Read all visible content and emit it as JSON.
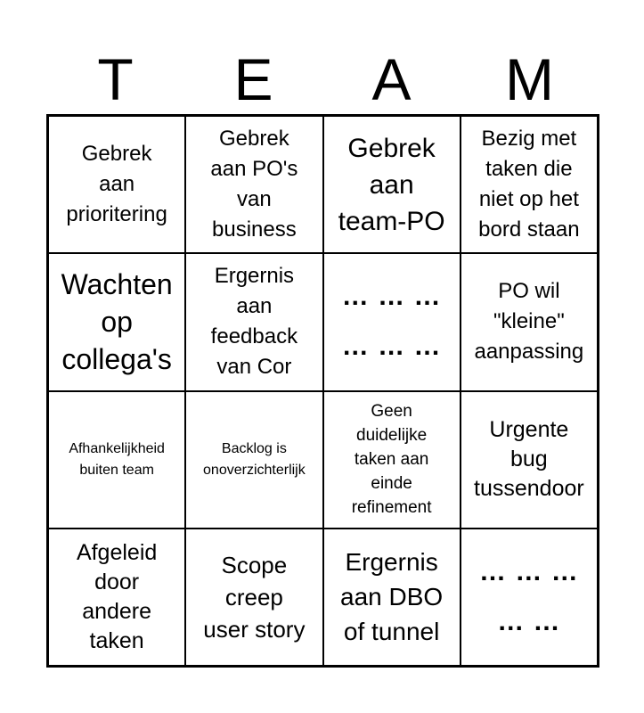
{
  "header": [
    "T",
    "E",
    "A",
    "M"
  ],
  "cells": [
    "Gebrek\naan\nprioritering",
    "Gebrek\naan PO's\nvan\nbusiness",
    "Gebrek\naan\nteam-PO",
    "Bezig met\ntaken die\nniet op het\nbord staan",
    "Wachten\nop\ncollega's",
    "Ergernis\naan\nfeedback\nvan Cor",
    "… … …\n… … …",
    "PO wil\n\"kleine\"\naanpassing",
    "Afhankelijkheid\nbuiten team",
    "Backlog is\nonoverzichterlijk",
    "Geen\nduidelijke\ntaken aan\neinde\nrefinement",
    "Urgente\nbug\ntussendoor",
    "Afgeleid\ndoor\nandere\ntaken",
    "Scope\ncreep\nuser story",
    "Ergernis\naan DBO\nof tunnel",
    "… … …\n… …"
  ]
}
